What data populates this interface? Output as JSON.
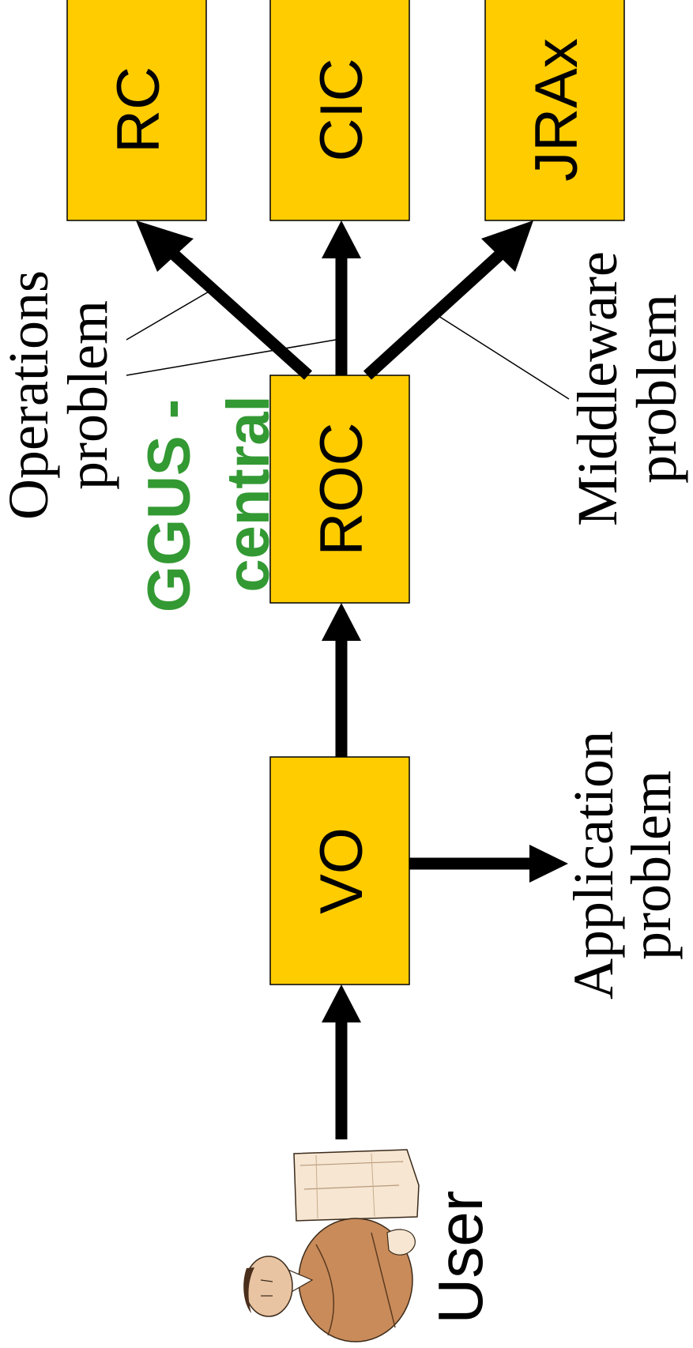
{
  "colors": {
    "box_fill": "#FFCC00",
    "box_stroke": "#000000",
    "arrow": "#000000",
    "ggus_text": "#339933"
  },
  "boxes": {
    "rc": "RC",
    "cic": "CIC",
    "jrax": "JRAx",
    "roc": "ROC",
    "vo": "VO"
  },
  "labels": {
    "operations_line1": "Operations",
    "operations_line2": "problem",
    "middleware_line1": "Middleware",
    "middleware_line2": "problem",
    "application_line1": "Application",
    "application_line2": "problem",
    "ggus_line1": "GGUS -",
    "ggus_line2": "central",
    "user": "User"
  },
  "icons": {
    "user": "person-clipart-icon"
  }
}
